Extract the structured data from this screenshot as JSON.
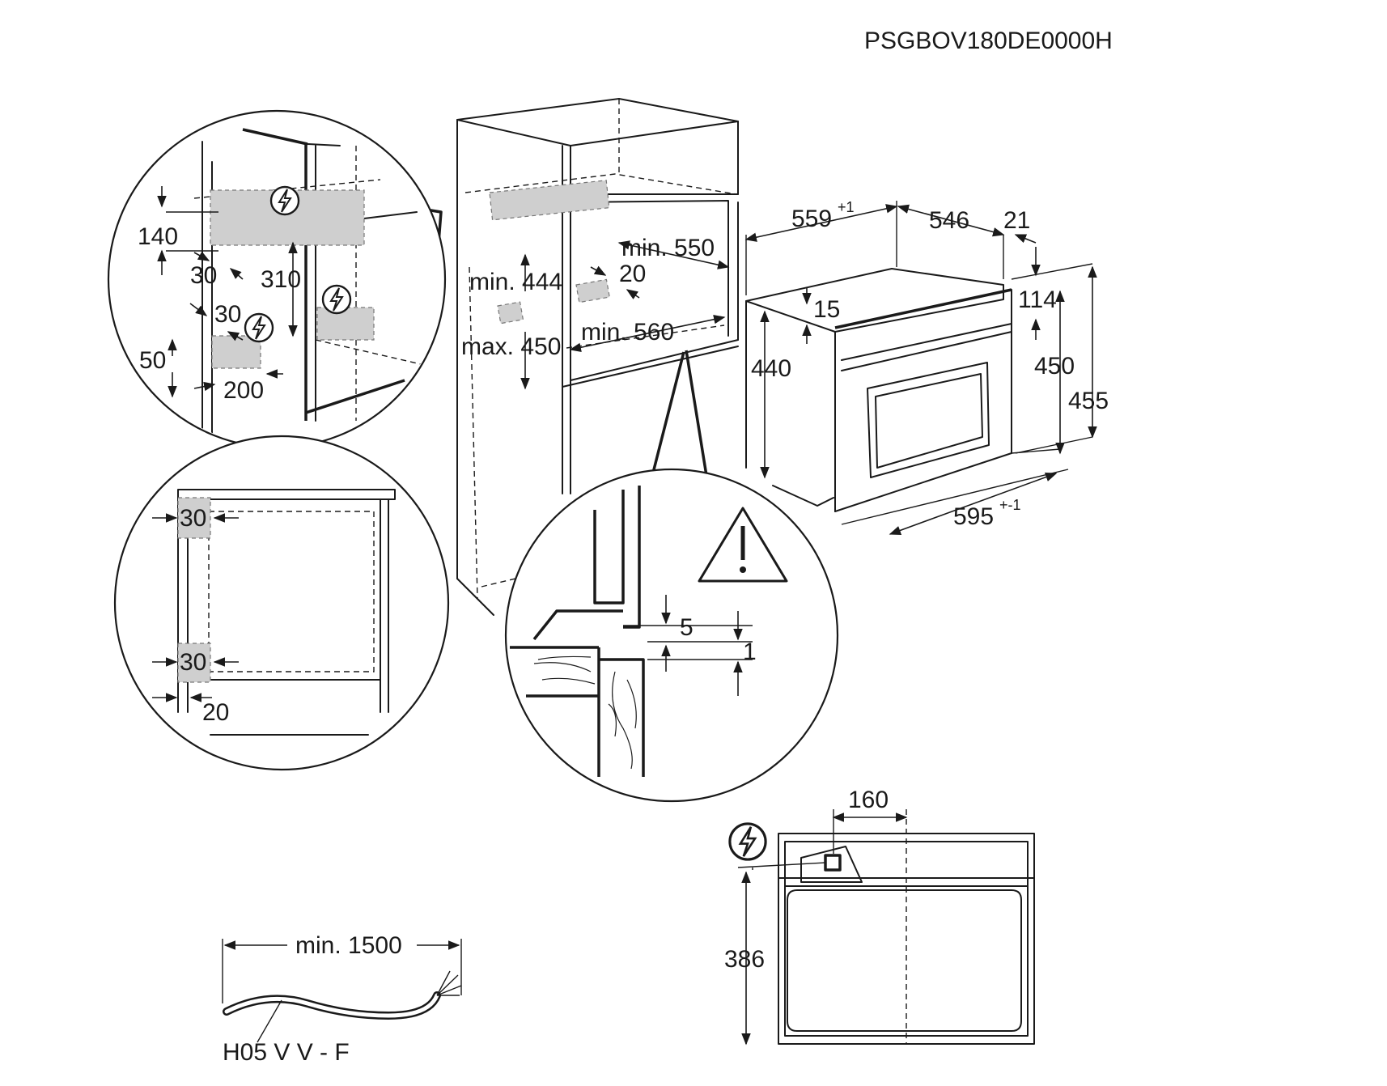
{
  "model_code": "PSGBOV180DE0000H",
  "detail_top": {
    "dim_140": "140",
    "dim_30a": "30",
    "dim_310": "310",
    "dim_30b": "30",
    "dim_50": "50",
    "dim_200": "200"
  },
  "cabinet": {
    "min_444": "min. 444",
    "max_450": "max. 450",
    "min_550": "min. 550",
    "dim_20": "20",
    "min_560": "min. 560"
  },
  "oven": {
    "dim_559": "559",
    "dim_559_tol": "+1",
    "dim_546": "546",
    "dim_21": "21",
    "dim_15": "15",
    "dim_114": "114",
    "dim_440": "440",
    "dim_450": "450",
    "dim_455": "455",
    "dim_595": "595",
    "dim_595_tol": "+-1"
  },
  "detail_bottom_left": {
    "dim_30_top": "30",
    "dim_30_bottom": "30",
    "dim_20": "20"
  },
  "detail_gap": {
    "dim_5": "5",
    "dim_1": "1"
  },
  "front_view": {
    "dim_160": "160",
    "dim_386": "386"
  },
  "cable": {
    "length_label": "min. 1500",
    "type_label": "H05 V V - F"
  },
  "icons": [
    "electric-connection-icon",
    "warning-triangle-icon"
  ]
}
